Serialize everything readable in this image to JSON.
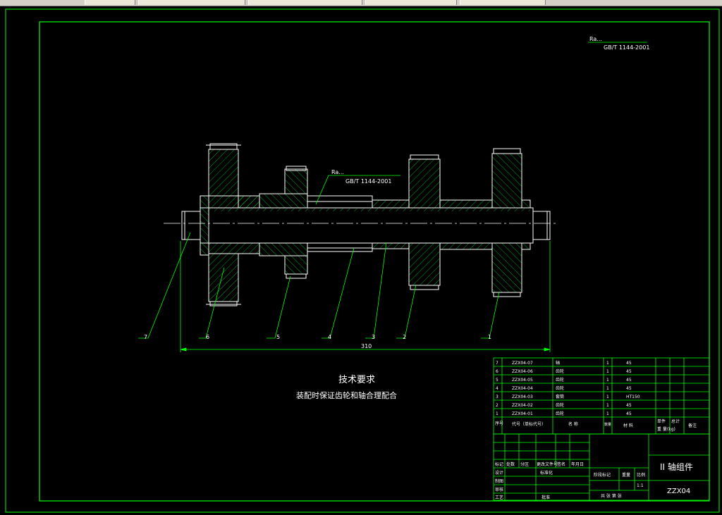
{
  "surface_roughness_top": "Ra...",
  "surface_roughness_top2": "GB/T 1144-2001",
  "spline_callout": "Ra...",
  "spline_callout2": "GB/T 1144-2001",
  "dimension_length": "310",
  "balloons": [
    "7",
    "6",
    "5",
    "4",
    "3",
    "2",
    "1"
  ],
  "tech_title": "技术要求",
  "tech_note": "装配时保证齿轮和轴合理配合",
  "bom_rows": [
    {
      "no": "7",
      "code": "ZZX04-07",
      "name": "轴",
      "qty": "1",
      "material": "45"
    },
    {
      "no": "6",
      "code": "ZZX04-06",
      "name": "齿轮",
      "qty": "1",
      "material": "45"
    },
    {
      "no": "5",
      "code": "ZZX04-05",
      "name": "齿轮",
      "qty": "1",
      "material": "45"
    },
    {
      "no": "4",
      "code": "ZZX04-04",
      "name": "齿轮",
      "qty": "1",
      "material": "45"
    },
    {
      "no": "3",
      "code": "ZZX04-03",
      "name": "套筒",
      "qty": "1",
      "material": "HT150"
    },
    {
      "no": "2",
      "code": "ZZX04-02",
      "name": "齿轮",
      "qty": "1",
      "material": "45"
    },
    {
      "no": "1",
      "code": "ZZX04-01",
      "name": "齿轮",
      "qty": "1",
      "material": "45"
    }
  ],
  "bom_header": {
    "no": "序号",
    "code": "代号（单标代号）",
    "name": "名  称",
    "qty": "数量",
    "material": "材  料",
    "unit_weight": "单件",
    "total_weight": "总计",
    "weight": "重 量(kg)",
    "remark": "备注"
  },
  "title_block": {
    "row_labels": [
      "标记",
      "处数",
      "分区",
      "更改文件号",
      "签名",
      "年月日"
    ],
    "design": "设计",
    "standardize": "标准化",
    "draw": "制图",
    "check": "审核",
    "process": "工艺",
    "approve": "批准",
    "stage_mark": "阶段标记",
    "weight": "重量",
    "scale": "比例",
    "scale_value": "1:1",
    "sheets": "共  张  第  张",
    "drawing_name": "II 轴组件",
    "drawing_code": "ZZX04"
  },
  "colors": {
    "frame": "#00ff00",
    "line": "#ffffff",
    "hatch": "#00cc33",
    "background": "#000000"
  }
}
